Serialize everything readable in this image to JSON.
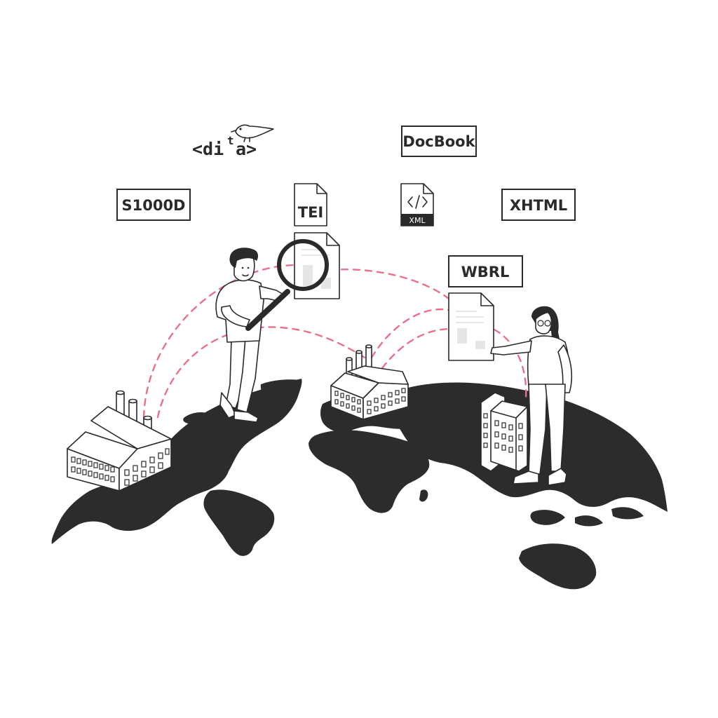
{
  "formats": {
    "dita": "<dita>",
    "docbook": "DocBook",
    "s1000d": "S1000D",
    "tei": "TEI",
    "xml": "XML",
    "xhtml": "XHTML",
    "wbrl": "WBRL"
  },
  "colors": {
    "ink": "#2a2a2a",
    "land": "#2c2c2c",
    "connection_arcs": "#ea6f8b",
    "background": "#ffffff"
  },
  "icons": [
    "bird-icon",
    "document-icon",
    "code-icon",
    "magnifier-icon",
    "factory-icon",
    "office-building-icon",
    "world-map"
  ]
}
